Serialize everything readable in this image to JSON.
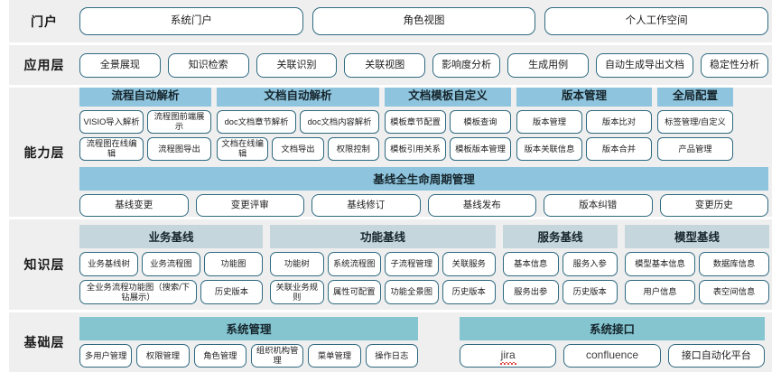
{
  "rows": [
    {
      "label": "门户",
      "name": "portal",
      "items": [
        "系统门户",
        "角色视图",
        "个人工作空间"
      ]
    },
    {
      "label": "应用层",
      "name": "application",
      "items": [
        "全景展现",
        "知识检索",
        "关联识别",
        "关联视图",
        "影响度分析",
        "生成用例",
        "自动生成导出文档",
        "稳定性分析"
      ]
    },
    {
      "label": "能力层",
      "name": "capability"
    },
    {
      "label": "知识层",
      "name": "knowledge"
    },
    {
      "label": "基础层",
      "name": "foundation"
    }
  ],
  "capability": {
    "groups": [
      {
        "title": "流程自动解析",
        "row1": [
          "VISIO导入解析",
          "流程图前端展示"
        ],
        "row2": [
          "流程图在线编辑",
          "流程图导出"
        ]
      },
      {
        "title": "文档自动解析",
        "row1": [
          "doc文档章节解析",
          "doc文档内容解析"
        ],
        "row2": [
          "文档在线编辑",
          "文档导出",
          "权限控制"
        ]
      },
      {
        "title": "文档模板自定义",
        "row1": [
          "模板章节配置",
          "模板查询"
        ],
        "row2": [
          "模板引用关系",
          "模板版本管理"
        ]
      },
      {
        "title": "版本管理",
        "row1": [
          "版本管理",
          "版本比对"
        ],
        "row2": [
          "版本关联信息",
          "版本合并"
        ]
      },
      {
        "title": "全局配置",
        "row1": [
          "标签管理/自定义"
        ],
        "row2": [
          "产品管理"
        ]
      }
    ],
    "lifecycle": {
      "title": "基线全生命周期管理",
      "items": [
        "基线变更",
        "变更评审",
        "基线修订",
        "基线发布",
        "版本纠错",
        "变更历史"
      ]
    }
  },
  "knowledge": {
    "groups": [
      {
        "title": "业务基线",
        "row1": [
          "业务基线树",
          "业务流程图",
          "功能图"
        ],
        "row2": [
          "全业务流程功能图（搜索/下钻展示）",
          "历史版本"
        ]
      },
      {
        "title": "功能基线",
        "row1": [
          "功能树",
          "系统流程图",
          "子流程管理",
          "关联服务"
        ],
        "row2": [
          "关联业务规则",
          "属性可配置",
          "功能全景图",
          "历史版本"
        ]
      },
      {
        "title": "服务基线",
        "row1": [
          "基本信息",
          "服务入参"
        ],
        "row2": [
          "服务出参",
          "历史版本"
        ]
      },
      {
        "title": "模型基线",
        "row1": [
          "模型基本信息",
          "数据库信息"
        ],
        "row2": [
          "用户信息",
          "表空间信息"
        ]
      }
    ]
  },
  "foundation": {
    "system_management": {
      "title": "系统管理",
      "items": [
        "多用户管理",
        "权限管理",
        "角色管理",
        "组织机构管理",
        "菜单管理",
        "操作日志"
      ]
    },
    "system_interface": {
      "title": "系统接口",
      "items": [
        "jira",
        "confluence",
        "接口自动化平台"
      ]
    }
  },
  "colors": {
    "row_background": "#efefef",
    "capability_header": "#8ec4dd",
    "knowledge_header": "#c5d7dc",
    "foundation_header": "#84c5d0",
    "pill_border": "#2f6a80"
  }
}
